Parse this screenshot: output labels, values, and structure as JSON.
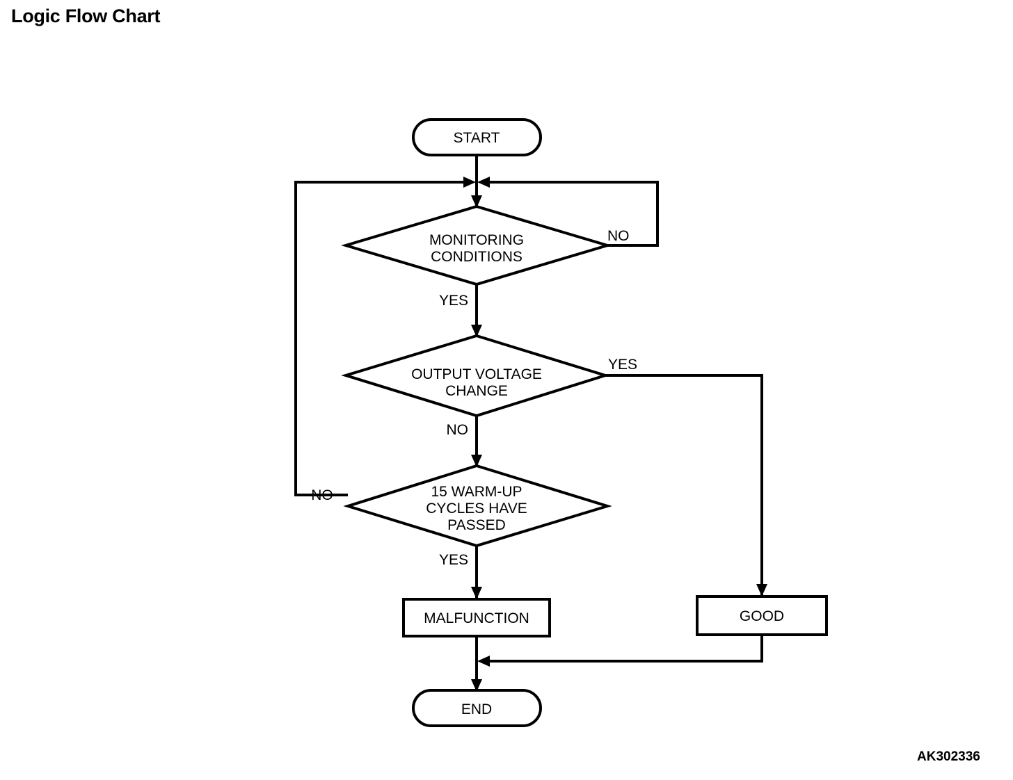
{
  "page": {
    "title": "Logic Flow Chart",
    "reference_code": "AK302336",
    "background_color": "#ffffff",
    "line_color": "#000000"
  },
  "chart_data": {
    "type": "diagram",
    "diagram_kind": "flowchart",
    "title": "Logic Flow Chart",
    "nodes": [
      {
        "id": "start",
        "shape": "terminator",
        "label": "START"
      },
      {
        "id": "monitoring",
        "shape": "decision",
        "label_line1": "MONITORING",
        "label_line2": "CONDITIONS"
      },
      {
        "id": "voltage",
        "shape": "decision",
        "label_line1": "OUTPUT VOLTAGE",
        "label_line2": "CHANGE"
      },
      {
        "id": "warmup",
        "shape": "decision",
        "label_line1": "15 WARM-UP",
        "label_line2": "CYCLES HAVE",
        "label_line3": "PASSED"
      },
      {
        "id": "malfunction",
        "shape": "process",
        "label": "MALFUNCTION"
      },
      {
        "id": "good",
        "shape": "process",
        "label": "GOOD"
      },
      {
        "id": "end",
        "shape": "terminator",
        "label": "END"
      }
    ],
    "edges": [
      {
        "from": "start",
        "to": "monitoring",
        "label": ""
      },
      {
        "from": "monitoring",
        "to": "monitoring",
        "label": "NO"
      },
      {
        "from": "monitoring",
        "to": "voltage",
        "label": "YES"
      },
      {
        "from": "voltage",
        "to": "good",
        "label": "YES"
      },
      {
        "from": "voltage",
        "to": "warmup",
        "label": "NO"
      },
      {
        "from": "warmup",
        "to": "monitoring",
        "label": "NO"
      },
      {
        "from": "warmup",
        "to": "malfunction",
        "label": "YES"
      },
      {
        "from": "malfunction",
        "to": "end",
        "label": ""
      },
      {
        "from": "good",
        "to": "end",
        "label": ""
      }
    ]
  },
  "nodes": {
    "start": {
      "label": "START"
    },
    "monitoring": {
      "line1": "MONITORING",
      "line2": "CONDITIONS"
    },
    "voltage": {
      "line1": "OUTPUT VOLTAGE",
      "line2": "CHANGE"
    },
    "warmup": {
      "line1": "15 WARM-UP",
      "line2": "CYCLES HAVE",
      "line3": "PASSED"
    },
    "malfunction": {
      "label": "MALFUNCTION"
    },
    "good": {
      "label": "GOOD"
    },
    "end": {
      "label": "END"
    }
  },
  "labels": {
    "monitoring_no": "NO",
    "monitoring_yes": "YES",
    "voltage_yes": "YES",
    "voltage_no": "NO",
    "warmup_no": "NO",
    "warmup_yes": "YES"
  }
}
